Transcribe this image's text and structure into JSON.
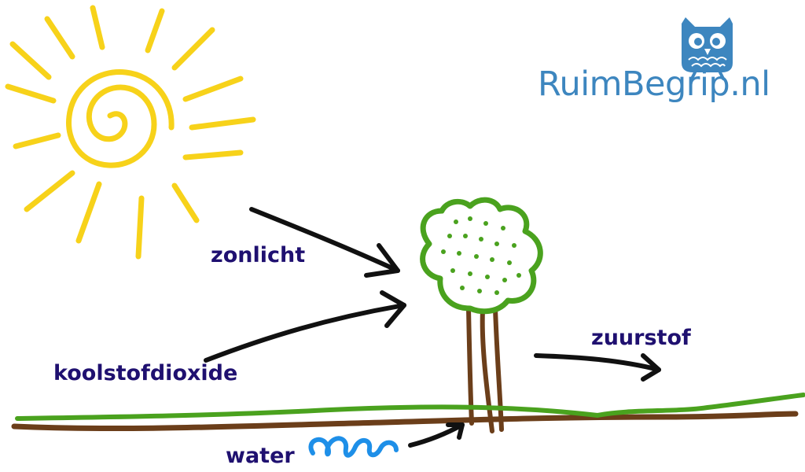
{
  "labels": {
    "sunlight": "zonlicht",
    "carbon_dioxide": "koolstofdioxide",
    "oxygen": "zuurstof",
    "water": "water"
  },
  "brand": {
    "name": "RuimBegrip.nl"
  },
  "icons": {
    "sun": "sun-icon",
    "tree": "tree-icon",
    "water": "water-wave-icon",
    "owl": "owl-logo-icon"
  },
  "colors": {
    "sun": "#f7d21a",
    "arrow": "#111111",
    "label": "#1f1070",
    "tree_leaves": "#4aa21e",
    "tree_trunk": "#6b3e1a",
    "grass": "#4aa21e",
    "soil": "#6b3e1a",
    "water": "#1e8fe8",
    "brand": "#3d86bf"
  }
}
